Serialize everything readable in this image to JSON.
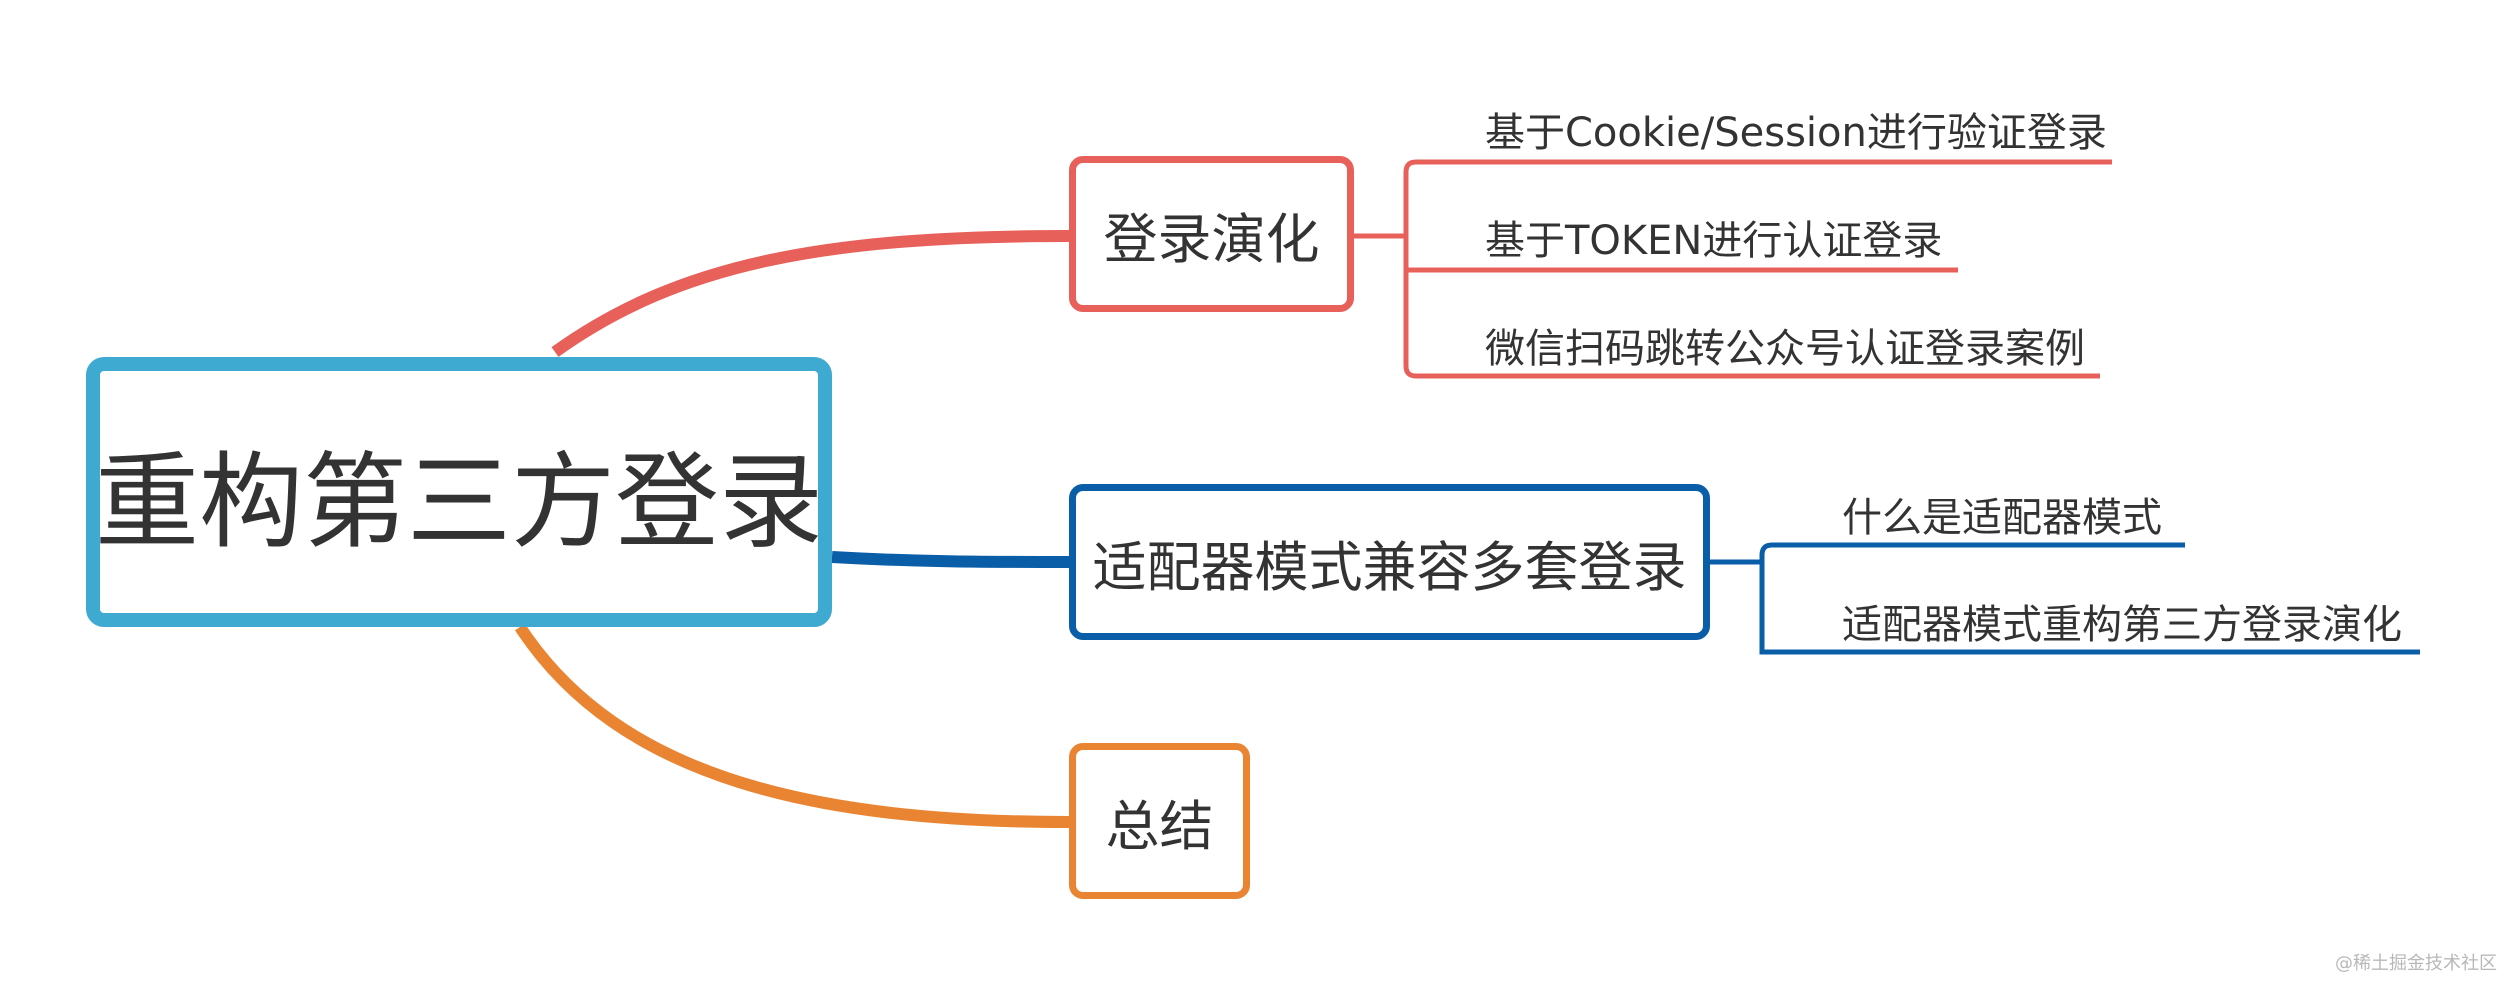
{
  "root": {
    "label": "重构第三方登录"
  },
  "branches": [
    {
      "label": "登录演化",
      "color": "#e8605a",
      "children": [
        "基于Cookie/Session进行验证登录",
        "基于TOKEN进行认证登录",
        "微信扫码跳转公众号认证登录案例"
      ]
    },
    {
      "label": "适配器模式兼容多套登录",
      "color": "#0a5ea8",
      "children": [
        "什么是适配器模式",
        "适配器模式重构第三方登录演化"
      ]
    },
    {
      "label": "总结",
      "color": "#e98432",
      "children": []
    }
  ],
  "root_color": "#3ea9d1",
  "watermark": "@稀土掘金技术社区"
}
